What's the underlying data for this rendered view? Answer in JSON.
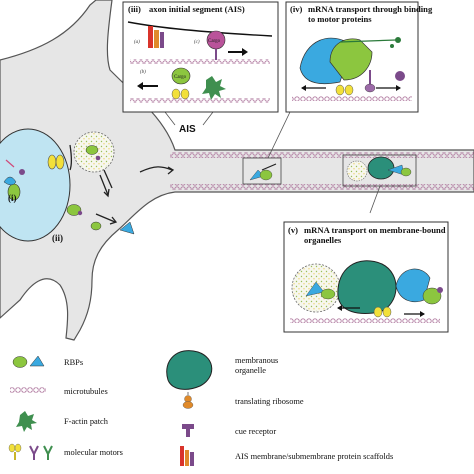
{
  "colors": {
    "membrane": "#e9e9e9",
    "nucleus": "#bfe4f2",
    "rbp_blue": "#3aa9e0",
    "rbp_green": "#8cc63f",
    "organelle_teal": "#2b8f7a",
    "microtubule": "#c0a0b8",
    "ribosome_orange": "#e08a2a",
    "receptor_purple": "#7b4a8a",
    "factin_green": "#3f8f4f",
    "motor_yellow": "#f2e03a"
  },
  "panels": {
    "iii": {
      "numeral": "(iii)",
      "title": "axon initial segment (AIS)",
      "sub_a": "(a)",
      "sub_b": "(b)",
      "sub_c": "(c)",
      "cargo_label": "Cargo"
    },
    "iv": {
      "numeral": "(iv)",
      "title_line1": "mRNA transport through binding",
      "title_line2": "to motor proteins"
    },
    "v": {
      "numeral": "(v)",
      "title_line1": "mRNA transport on membrane-bound",
      "title_line2": "organelles"
    }
  },
  "labels": {
    "ais": "AIS",
    "i": "(i)",
    "ii": "(ii)"
  },
  "legend": {
    "left": [
      "RBPs",
      "microtubules",
      "F-actin patch",
      "molecular motors"
    ],
    "right": [
      "membranous organelle",
      "translating ribosome",
      "cue receptor",
      "AIS membrane/submembrane protein scaffolds"
    ]
  }
}
